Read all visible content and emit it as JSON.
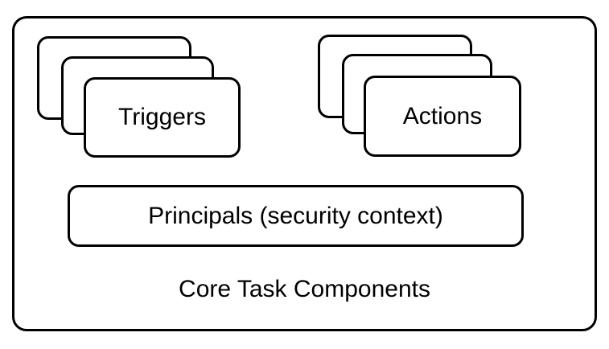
{
  "diagram": {
    "container_label": "Core Task Components",
    "triggers_label": "Triggers",
    "actions_label": "Actions",
    "principals_label": "Principals (security context)"
  }
}
